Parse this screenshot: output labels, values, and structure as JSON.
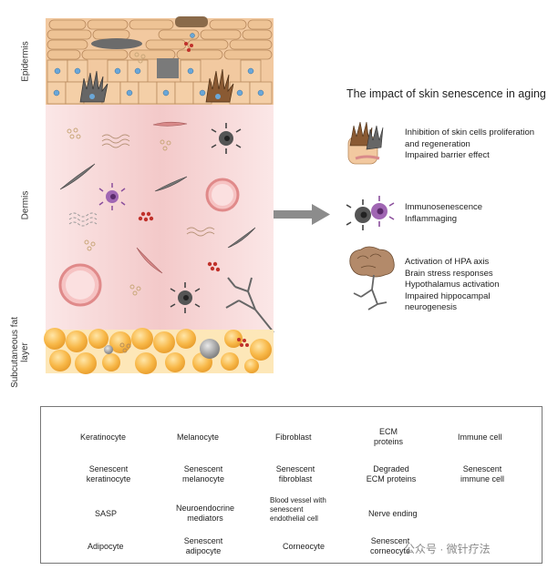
{
  "layers": {
    "epidermis": "Epidermis",
    "dermis": "Dermis",
    "fat": "Subcutaneous fat layer"
  },
  "title": "The impact of skin senescence in aging",
  "impacts": [
    {
      "icon": "keratinocyte-melanocyte-icon",
      "lines": [
        "Inhibition of skin cells proliferation",
        "and regeneration",
        "Impaired barrier effect"
      ]
    },
    {
      "icon": "immune-cells-icon",
      "lines": [
        "Immunosenescence",
        "Inflammaging"
      ]
    },
    {
      "icon": "brain-icon",
      "lines": [
        "Activation of HPA axis",
        "Brain stress responses",
        "Hypothalamus activation",
        "Impaired hippocampal",
        "neurogenesis"
      ]
    }
  ],
  "legend": {
    "keratinocyte": "Keratinocyte",
    "melanocyte": "Melanocyte",
    "fibroblast": "Fibroblast",
    "ecm": "ECM proteins",
    "immune": "Immune cell",
    "sen_keratinocyte": "Senescent keratinocyte",
    "sen_melanocyte": "Senescent melanocyte",
    "sen_fibroblast": "Senescent fibroblast",
    "deg_ecm": "Degraded ECM proteins",
    "sen_immune": "Senescent immune cell",
    "sasp": "SASP",
    "neuro": "Neuroendocrine mediators",
    "vessel": "Blood vessel with senescent endothelial cell",
    "nerve": "Nerve ending",
    "adipocyte": "Adipocyte",
    "sen_adipocyte": "Senescent adipocyte",
    "corneocyte": "Corneocyte",
    "sen_corneocyte": "Senescent corneocyte"
  },
  "watermark": "公众号 · 微针疗法",
  "colors": {
    "skin": "#f2c9a0",
    "skin_border": "#b98a5e",
    "dermis": "#f7dcdc",
    "melanocyte": "#8a5a33",
    "senescent_gray": "#6b6b6b",
    "immune": "#8b4f9c",
    "sasp": "#c9a77a",
    "neuro": "#c0312b",
    "fat": "#f7b544",
    "vessel": "#e89898",
    "arrow": "#8c8c8c"
  }
}
